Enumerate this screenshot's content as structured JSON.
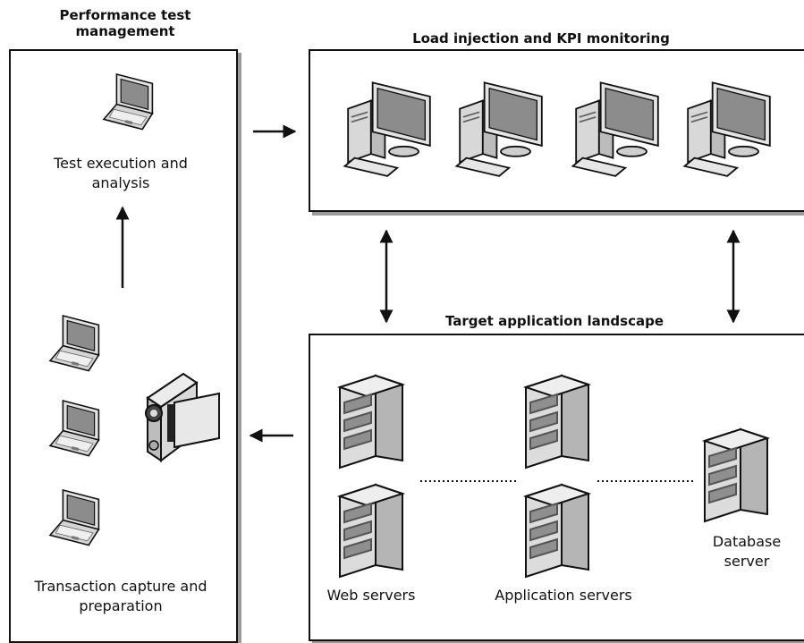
{
  "panels": {
    "management": {
      "title": "Performance test management",
      "execution_label": "Test execution and analysis",
      "capture_label": "Transaction capture and preparation"
    },
    "load": {
      "title": "Load injection and KPI monitoring"
    },
    "target": {
      "title": "Target application landscape",
      "web_label": "Web servers",
      "app_label": "Application servers",
      "db_label": "Database server"
    }
  },
  "colors": {
    "outline": "#111111",
    "shadow": "#9a9a9a",
    "device_light": "#e9e9e9",
    "device_mid": "#bdbdbd",
    "device_dark": "#7a7a7a",
    "screen": "#8c8c8c"
  },
  "icons": [
    "laptop-icon",
    "desktop-computer-icon",
    "server-tower-icon",
    "video-camera-icon"
  ]
}
